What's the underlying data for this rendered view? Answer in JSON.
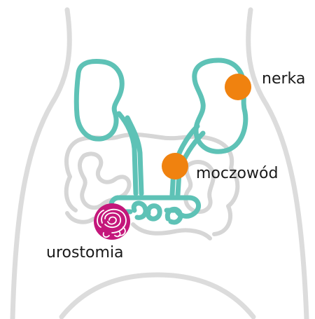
{
  "labels": {
    "kidney": "nerka",
    "ureter": "moczowód",
    "stoma": "urostomia"
  },
  "colors": {
    "body_outline": "#dcdcdc",
    "intestine": "#d6d6d6",
    "urinary_tract": "#5ec2b6",
    "marker": "#f0820f",
    "stoma": "#c4177b",
    "label_text": "#1a1a1a"
  }
}
